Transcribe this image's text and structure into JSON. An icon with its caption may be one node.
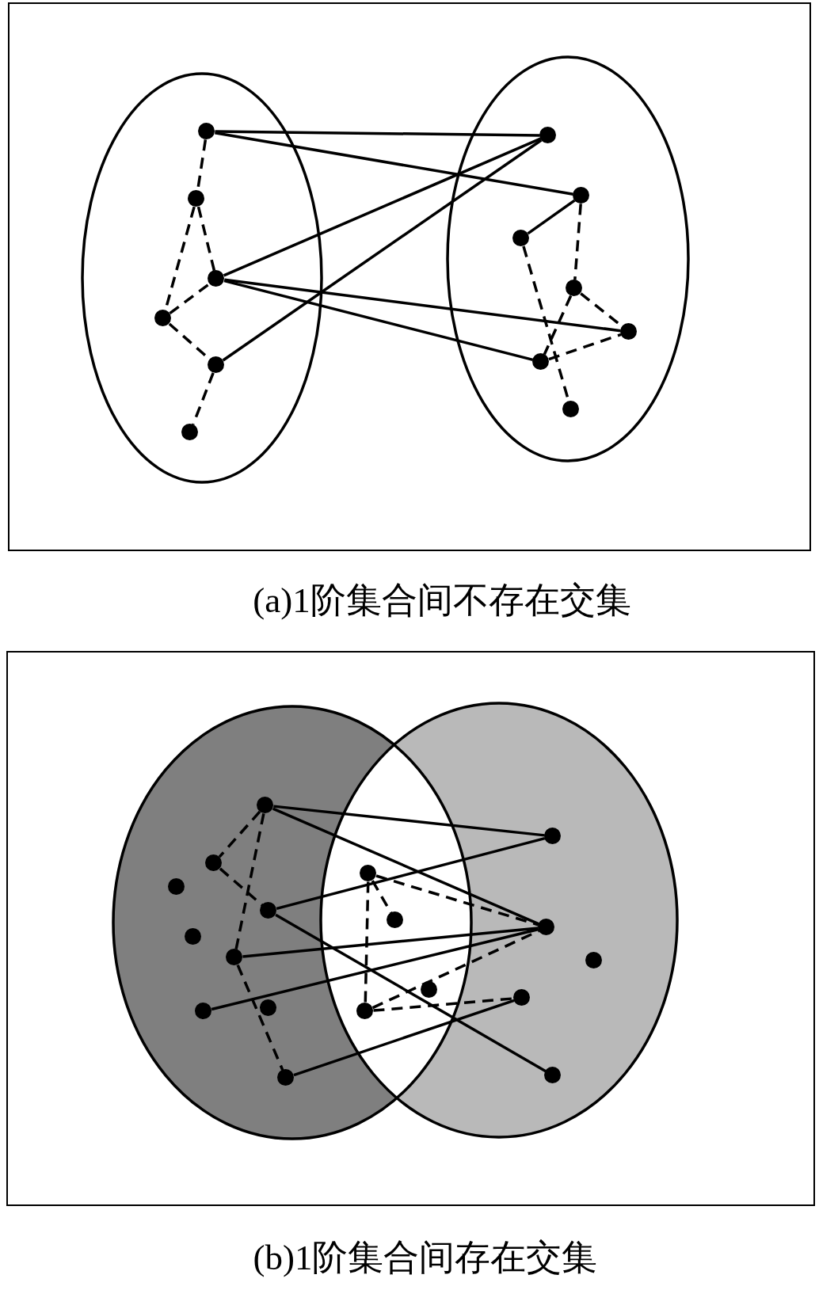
{
  "diagram": {
    "nodes": [
      {
        "text": [
          "(a)1阶集合间不存在交集"
        ]
      },
      {
        "text": [],
        "shape": "circle",
        "in": 0
      },
      {
        "text": [],
        "shape": "circle",
        "in": 0
      },
      {
        "text": [],
        "shape": "circle",
        "in": 0
      },
      {
        "text": [],
        "shape": "circle",
        "in": 0
      },
      {
        "text": [],
        "shape": "circle",
        "in": 0
      },
      {
        "text": [],
        "shape": "circle",
        "in": 0
      },
      {
        "text": [],
        "shape": "circle",
        "in": 0
      },
      {
        "text": [],
        "shape": "circle",
        "in": 0
      },
      {
        "text": [],
        "shape": "circle",
        "in": 0
      },
      {
        "text": [],
        "shape": "circle",
        "in": 0
      },
      {
        "text": [],
        "shape": "circle",
        "in": 0
      },
      {
        "text": [],
        "shape": "circle",
        "in": 0
      },
      {
        "text": [],
        "shape": "circle",
        "in": 0
      },
      {
        "text": [
          "(b)1阶集合间存在交集"
        ]
      },
      {
        "text": [],
        "shape": "circle",
        "in": 14
      },
      {
        "text": [],
        "shape": "circle",
        "in": 14
      },
      {
        "text": [],
        "shape": "circle",
        "in": 14
      },
      {
        "text": [],
        "shape": "circle",
        "in": 14
      },
      {
        "text": [],
        "shape": "circle",
        "in": 14
      },
      {
        "text": [],
        "shape": "circle",
        "in": 14
      },
      {
        "text": [],
        "shape": "circle",
        "in": 14
      },
      {
        "text": [],
        "shape": "circle",
        "in": 14
      },
      {
        "text": [],
        "shape": "circle",
        "in": 14
      },
      {
        "text": [],
        "shape": "circle",
        "in": 14
      },
      {
        "text": [],
        "shape": "circle",
        "in": 14
      },
      {
        "text": [],
        "shape": "circle",
        "in": 14
      },
      {
        "text": [],
        "shape": "circle",
        "in": 14
      },
      {
        "text": [],
        "shape": "circle",
        "in": 14
      },
      {
        "text": [],
        "shape": "circle",
        "in": 14
      },
      {
        "text": [],
        "shape": "circle",
        "in": 14
      },
      {
        "text": [],
        "shape": "circle",
        "in": 14
      },
      {
        "text": [],
        "shape": "circle",
        "in": 14
      }
    ],
    "edges": [
      {
        "from": 1,
        "to": 7,
        "arrow": "none"
      },
      {
        "from": 1,
        "to": 8,
        "arrow": "none"
      },
      {
        "from": 3,
        "to": 7,
        "arrow": "none"
      },
      {
        "from": 5,
        "to": 7,
        "arrow": "none"
      },
      {
        "from": 3,
        "to": 11,
        "arrow": "none"
      },
      {
        "from": 3,
        "to": 12,
        "arrow": "none"
      },
      {
        "from": 8,
        "to": 9,
        "arrow": "none"
      },
      {
        "from": 1,
        "to": 2,
        "arrow": "none",
        "style": "dashed"
      },
      {
        "from": 2,
        "to": 4,
        "arrow": "none",
        "style": "dashed"
      },
      {
        "from": 2,
        "to": 3,
        "arrow": "none",
        "style": "dashed"
      },
      {
        "from": 4,
        "to": 3,
        "arrow": "none",
        "style": "dashed"
      },
      {
        "from": 4,
        "to": 5,
        "arrow": "none",
        "style": "dashed"
      },
      {
        "from": 5,
        "to": 6,
        "arrow": "none",
        "style": "dashed"
      },
      {
        "from": 8,
        "to": 10,
        "arrow": "none",
        "style": "dashed"
      },
      {
        "from": 9,
        "to": 13,
        "arrow": "none",
        "style": "dashed"
      },
      {
        "from": 10,
        "to": 11,
        "arrow": "none",
        "style": "dashed"
      },
      {
        "from": 10,
        "to": 12,
        "arrow": "none",
        "style": "dashed"
      },
      {
        "from": 12,
        "to": 11,
        "arrow": "none",
        "style": "dashed"
      },
      {
        "from": 15,
        "to": 28,
        "arrow": "none"
      },
      {
        "from": 15,
        "to": 29,
        "arrow": "none"
      },
      {
        "from": 18,
        "to": 28,
        "arrow": "none"
      },
      {
        "from": 18,
        "to": 32,
        "arrow": "none"
      },
      {
        "from": 20,
        "to": 29,
        "arrow": "none"
      },
      {
        "from": 21,
        "to": 29,
        "arrow": "none"
      },
      {
        "from": 23,
        "to": 31,
        "arrow": "none"
      },
      {
        "from": 15,
        "to": 16,
        "arrow": "none",
        "style": "dashed"
      },
      {
        "from": 15,
        "to": 20,
        "arrow": "none",
        "style": "dashed"
      },
      {
        "from": 16,
        "to": 18,
        "arrow": "none",
        "style": "dashed"
      },
      {
        "from": 20,
        "to": 23,
        "arrow": "none",
        "style": "dashed"
      },
      {
        "from": 24,
        "to": 27,
        "arrow": "none",
        "style": "dashed"
      },
      {
        "from": 24,
        "to": 25,
        "arrow": "none",
        "style": "dashed"
      },
      {
        "from": 24,
        "to": 29,
        "arrow": "none",
        "style": "dashed"
      },
      {
        "from": 27,
        "to": 29,
        "arrow": "none",
        "style": "dashed"
      },
      {
        "from": 27,
        "to": 31,
        "arrow": "none",
        "style": "dashed"
      }
    ]
  }
}
